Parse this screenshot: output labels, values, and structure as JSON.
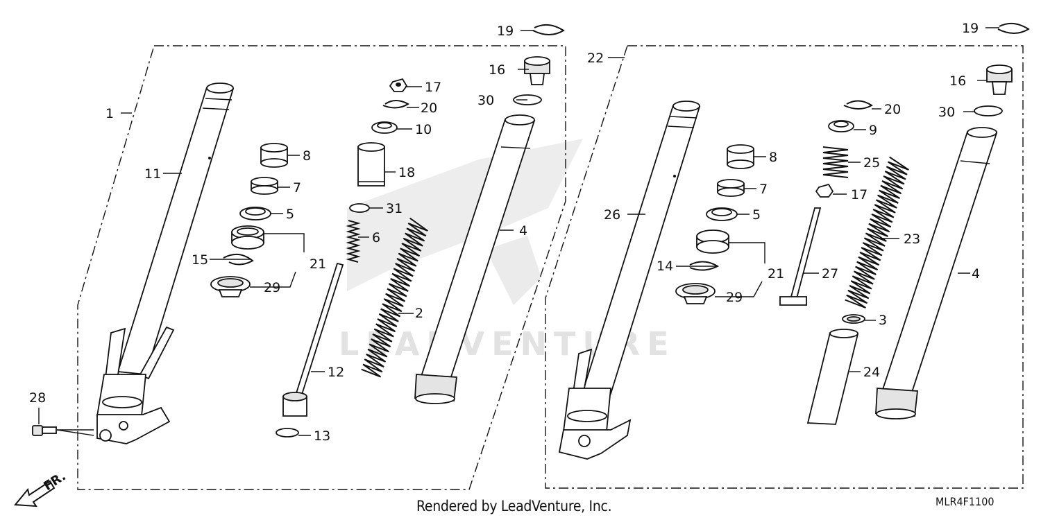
{
  "diagram": {
    "callouts": [
      {
        "id": "1",
        "text": "1"
      },
      {
        "id": "2",
        "text": "2"
      },
      {
        "id": "3",
        "text": "3"
      },
      {
        "id": "4a",
        "text": "4"
      },
      {
        "id": "4b",
        "text": "4"
      },
      {
        "id": "5a",
        "text": "5"
      },
      {
        "id": "5b",
        "text": "5"
      },
      {
        "id": "6",
        "text": "6"
      },
      {
        "id": "7a",
        "text": "7"
      },
      {
        "id": "7b",
        "text": "7"
      },
      {
        "id": "8a",
        "text": "8"
      },
      {
        "id": "8b",
        "text": "8"
      },
      {
        "id": "9",
        "text": "9"
      },
      {
        "id": "10",
        "text": "10"
      },
      {
        "id": "11",
        "text": "11"
      },
      {
        "id": "12",
        "text": "12"
      },
      {
        "id": "13",
        "text": "13"
      },
      {
        "id": "14",
        "text": "14"
      },
      {
        "id": "15",
        "text": "15"
      },
      {
        "id": "16a",
        "text": "16"
      },
      {
        "id": "16b",
        "text": "16"
      },
      {
        "id": "17a",
        "text": "17"
      },
      {
        "id": "17b",
        "text": "17"
      },
      {
        "id": "18",
        "text": "18"
      },
      {
        "id": "19a",
        "text": "19"
      },
      {
        "id": "19b",
        "text": "19"
      },
      {
        "id": "20a",
        "text": "20"
      },
      {
        "id": "20b",
        "text": "20"
      },
      {
        "id": "21a",
        "text": "21"
      },
      {
        "id": "21b",
        "text": "21"
      },
      {
        "id": "22",
        "text": "22"
      },
      {
        "id": "23",
        "text": "23"
      },
      {
        "id": "24",
        "text": "24"
      },
      {
        "id": "25",
        "text": "25"
      },
      {
        "id": "26",
        "text": "26"
      },
      {
        "id": "27",
        "text": "27"
      },
      {
        "id": "28",
        "text": "28"
      },
      {
        "id": "29a",
        "text": "29"
      },
      {
        "id": "29b",
        "text": "29"
      },
      {
        "id": "30a",
        "text": "30"
      },
      {
        "id": "30b",
        "text": "30"
      },
      {
        "id": "31",
        "text": "31"
      }
    ],
    "front_arrow": "FR.",
    "watermark": "LEADVENTURE"
  },
  "footer": {
    "credit": "Rendered by LeadVenture, Inc.",
    "diagram_code": "MLR4F1100"
  }
}
